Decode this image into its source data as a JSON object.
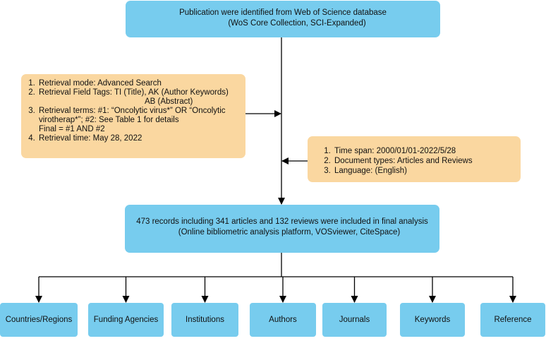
{
  "source": {
    "line1": "Publication were identified  from Web of Science database",
    "line2": "(WoS Core Collection, SCI-Expanded)"
  },
  "search_strategy": {
    "items": [
      {
        "text": "Retrieval mode: Advanced Search",
        "continuation": []
      },
      {
        "text": "Retrieval Field Tags: TI (Title), AK (Author Keywords)",
        "continuation": [
          "AB (Abstract)"
        ]
      },
      {
        "text": "Retrieval terms: #1: “Oncolytic virus*” OR “Oncolytic",
        "continuation": [
          "virotherap*”; #2: See Table 1 for details",
          "Final = #1 AND #2"
        ]
      },
      {
        "text": "Retrieval time: May 28, 2022",
        "continuation": []
      }
    ]
  },
  "filters": {
    "items": [
      "Time span: 2000/01/01-2022/5/28",
      "Document types: Articles and Reviews",
      "Language: (English)"
    ]
  },
  "analysis": {
    "line1": "473 records including 341 articles and 132 reviews were included in final analysis",
    "line2": "(Online bibliometric analysis platform, VOSviewer, CiteSpace)"
  },
  "outputs": [
    "Countries/Regions",
    "Funding Agencies",
    "Institutions",
    "Authors",
    "Journals",
    "Keywords",
    "Reference"
  ],
  "colors": {
    "main_box": "#77CCEE",
    "criteria_box": "#FAD7A0",
    "arrow": "#000000"
  }
}
